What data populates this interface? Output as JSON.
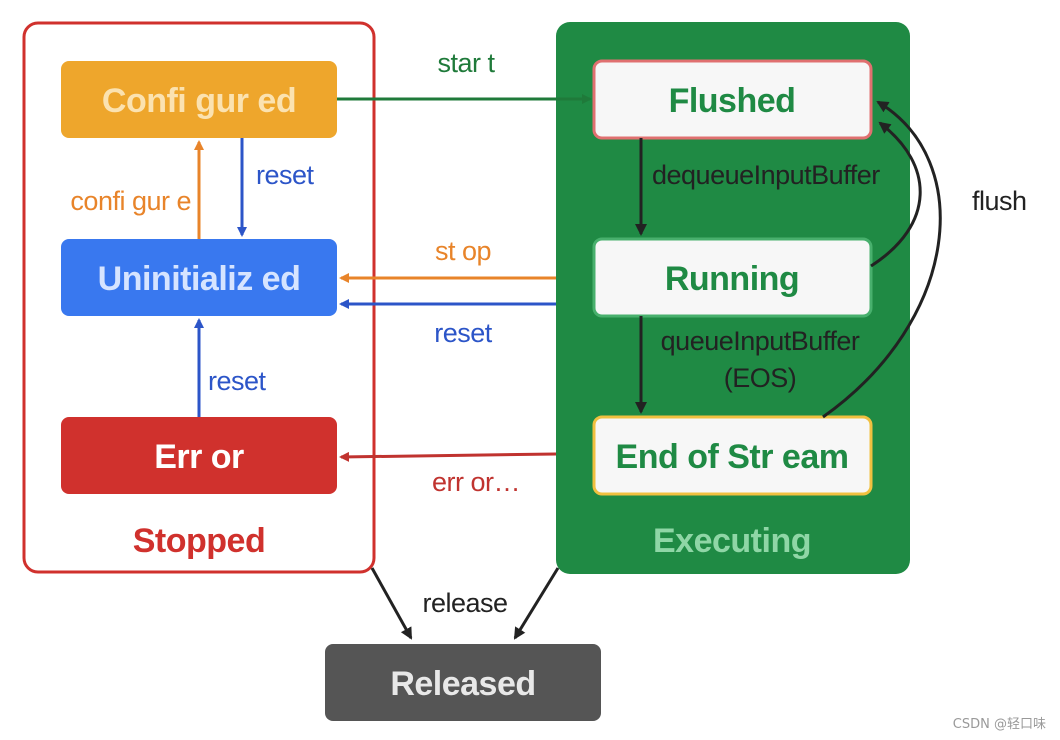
{
  "colors": {
    "stopped_border": "#d0312d",
    "executing_bg": "#1f8a44",
    "configured": "#eea62c",
    "uninitialized": "#3978ef",
    "error": "#d0312d",
    "released": "#555555",
    "state_text_dark": "#1f8a44",
    "flushed_border": "#e07070",
    "running_border": "#48b06d",
    "eos_border": "#f0c040",
    "green_arrow": "#1f7a3a",
    "orange_arrow": "#e8842a",
    "blue_arrow": "#2c55c8",
    "red_arrow": "#c0332f",
    "black_arrow": "#222222"
  },
  "groups": {
    "stopped": "Stopped",
    "executing": "Executing"
  },
  "states": {
    "configured": "Confi gur ed",
    "uninitialized": "Uninitializ ed",
    "error": "Err or",
    "flushed": "Flushed",
    "running": "Running",
    "end_of_stream": "End of Str eam",
    "released": "Released"
  },
  "transitions": {
    "start": "star t",
    "reset_configured": "reset",
    "configure": "confi gur e",
    "stop": "st op",
    "reset_executing": "reset",
    "reset_error": "reset",
    "error": "err or…",
    "dequeue": "dequeueInputBuffer",
    "queue_line1": "queueInputBuffer",
    "queue_line2": "(EOS)",
    "flush": "flush",
    "release": "release"
  },
  "watermark": "CSDN @轻口味"
}
